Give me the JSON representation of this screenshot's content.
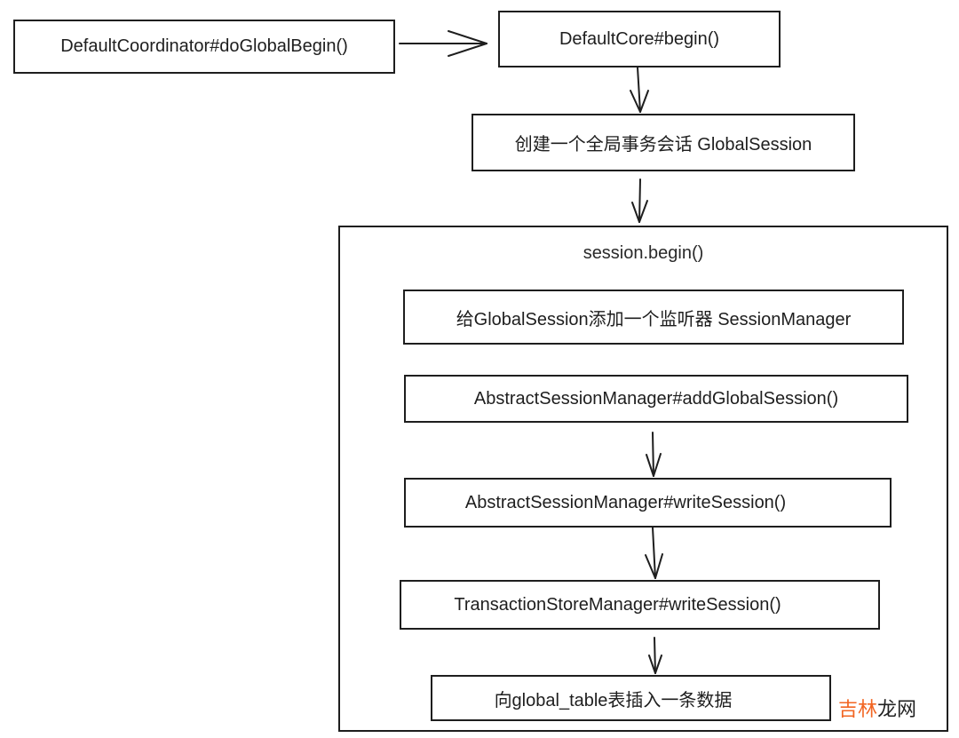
{
  "diagram": {
    "nodes": {
      "coordinator": "DefaultCoordinator#doGlobalBegin()",
      "core_begin": "DefaultCore#begin()",
      "create_session": "创建一个全局事务会话 GlobalSession",
      "add_listener": "给GlobalSession添加一个监听器 SessionManager",
      "add_global_session": "AbstractSessionManager#addGlobalSession()",
      "write_session": "AbstractSessionManager#writeSession()",
      "store_write_session": "TransactionStoreManager#writeSession()",
      "insert_row": "向global_table表插入一条数据"
    },
    "container": {
      "label": "session.begin()"
    },
    "edges": [
      {
        "from": "coordinator",
        "to": "core_begin"
      },
      {
        "from": "core_begin",
        "to": "create_session"
      },
      {
        "from": "create_session",
        "to": "session-begin-container"
      },
      {
        "from": "add_global_session",
        "to": "write_session"
      },
      {
        "from": "write_session",
        "to": "store_write_session"
      },
      {
        "from": "store_write_session",
        "to": "insert_row"
      }
    ]
  },
  "watermark": {
    "part1": "吉林",
    "part2": "龙网",
    "accent_color": "#f26522"
  }
}
